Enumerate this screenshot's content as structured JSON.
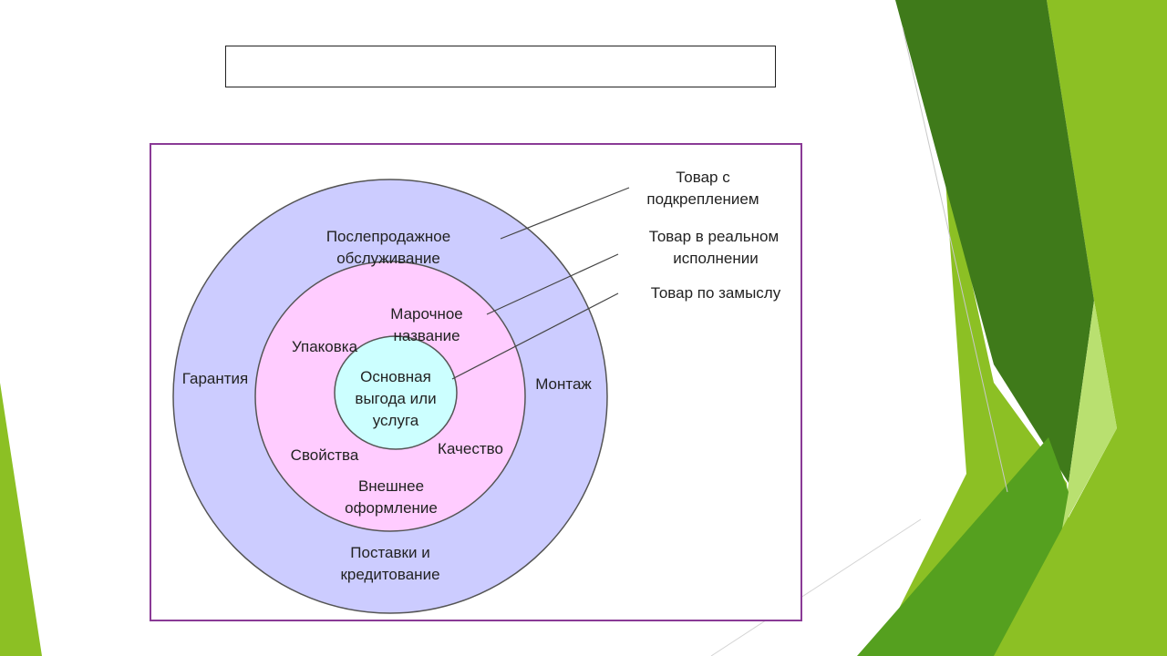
{
  "slide": {
    "title": "",
    "colors": {
      "dark_green": "#3f7a1a",
      "light_green": "#8cc024",
      "mid_green": "#55a01f",
      "pale_green": "#b9e070",
      "frame": "#8a3a96"
    }
  },
  "diagram": {
    "rings": [
      {
        "name": "augmented",
        "color": "#ccccff"
      },
      {
        "name": "actual",
        "color": "#ffccff"
      },
      {
        "name": "core",
        "color": "#ccffff"
      }
    ],
    "outer_labels": {
      "after_sales_1": "Послепродажное",
      "after_sales_2": "обслуживание",
      "warranty": "Гарантия",
      "installation": "Монтаж",
      "delivery_1": "Поставки и",
      "delivery_2": "кредитование"
    },
    "middle_labels": {
      "brand_1": "Марочное",
      "brand_2": "название",
      "packaging": "Упаковка",
      "properties": "Свойства",
      "quality": "Качество",
      "design_1": "Внешнее",
      "design_2": "оформление"
    },
    "core_labels": {
      "line1": "Основная",
      "line2": "выгода или",
      "line3": "услуга"
    },
    "legend": {
      "augmented_1": "Товар с",
      "augmented_2": "подкреплением",
      "actual_1": "Товар в реальном",
      "actual_2": "исполнении",
      "intent": "Товар по замыслу"
    }
  }
}
